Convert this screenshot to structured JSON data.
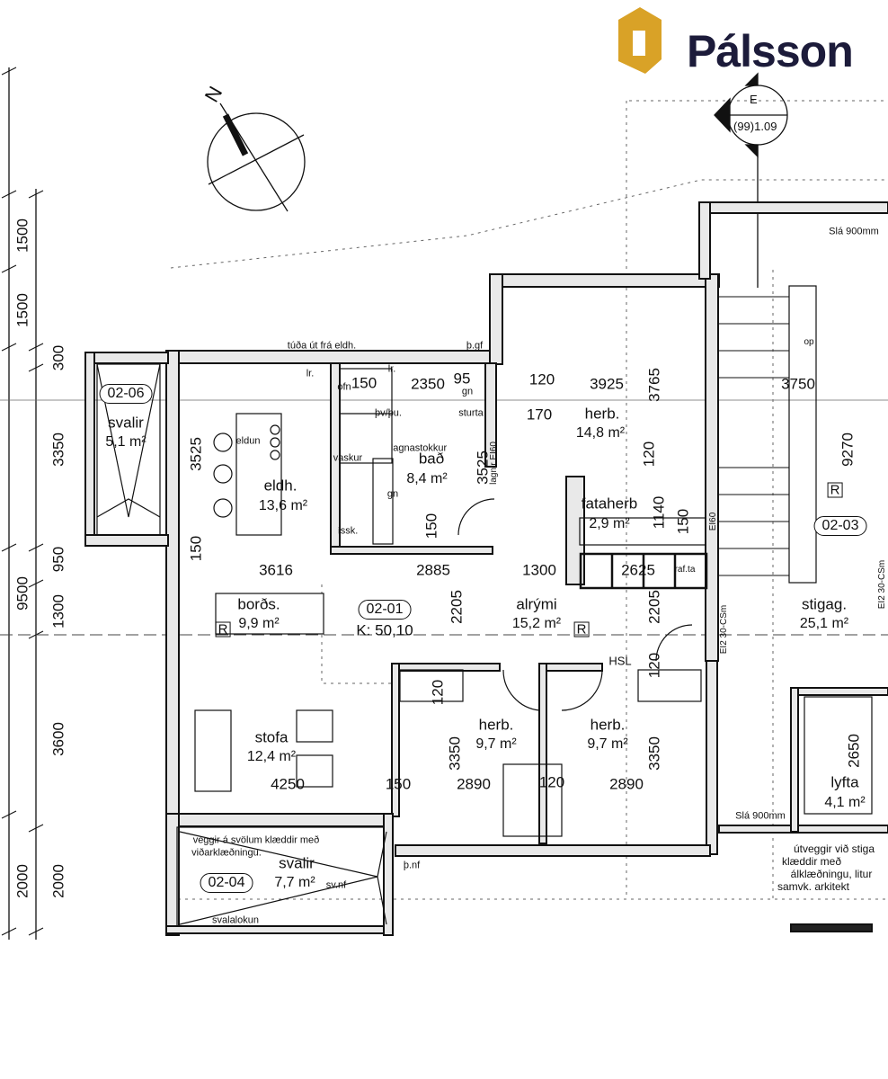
{
  "brand": {
    "name": "Pálsson",
    "gold": "#d9a227",
    "navy": "#1c1b3a"
  },
  "section_marker": {
    "letter": "E",
    "ref": "(99)1.09"
  },
  "compass": {
    "north": "N"
  },
  "rooms": [
    {
      "id": "02-06",
      "name": "svalir",
      "area": "5,1 m²"
    },
    {
      "name": "eldh.",
      "area": "13,6 m²"
    },
    {
      "name": "bað",
      "area": "8,4 m²"
    },
    {
      "name": "herb.",
      "area": "14,8 m²"
    },
    {
      "name": "fataherb",
      "area": "2,9 m²"
    },
    {
      "name": "borðs.",
      "area": "9,9 m²"
    },
    {
      "id": "02-01",
      "name": "K: 50,10"
    },
    {
      "name": "alrými",
      "area": "15,2 m²"
    },
    {
      "name": "stofa",
      "area": "12,4 m²"
    },
    {
      "name": "herb.",
      "area": "9,7 m²"
    },
    {
      "name": "herb.",
      "area": "9,7 m²"
    },
    {
      "id": "02-04",
      "name": "svalir",
      "area": "7,7 m²"
    },
    {
      "id": "02-03",
      "name": "stigag.",
      "area": "25,1 m²"
    },
    {
      "name": "lyfta",
      "area": "4,1 m²"
    }
  ],
  "dimensions": [
    "3616",
    "2885",
    "1300",
    "150",
    "2350",
    "95",
    "120",
    "170",
    "3925",
    "3765",
    "3750",
    "9270",
    "120",
    "1140",
    "150",
    "2625",
    "2205",
    "2205",
    "3525",
    "3525",
    "150",
    "150",
    "120",
    "3350",
    "120",
    "2890",
    "2890",
    "3350",
    "150",
    "4250",
    "2650",
    "120",
    "1500",
    "1500",
    "300",
    "3350",
    "950",
    "1300",
    "9500",
    "3600",
    "2000",
    "2000"
  ],
  "notes": [
    "túða út frá eldh.",
    "þ.gf",
    "lr.",
    "ofn",
    "lr.",
    "þv/þu.",
    "gn",
    "sturta",
    "lagnastokkur",
    "vaskur",
    "gn",
    "íssk.",
    "eldun",
    "lagnir EI60",
    "raf.ta",
    "op",
    "EI60",
    "EI2 30-CSm",
    "EI2 30-CSm",
    "HSL",
    "Slá 900mm",
    "Slá 900mm",
    "veggir á svölum klæddir með",
    "viðarklæðningu.",
    "sv.nf",
    "svalalokun",
    "þ.nf",
    "útveggir við stiga",
    "klæddir með",
    "álklæðningu, litur",
    "samvk. arkitekt"
  ],
  "markers": [
    "R",
    "R",
    "R"
  ]
}
